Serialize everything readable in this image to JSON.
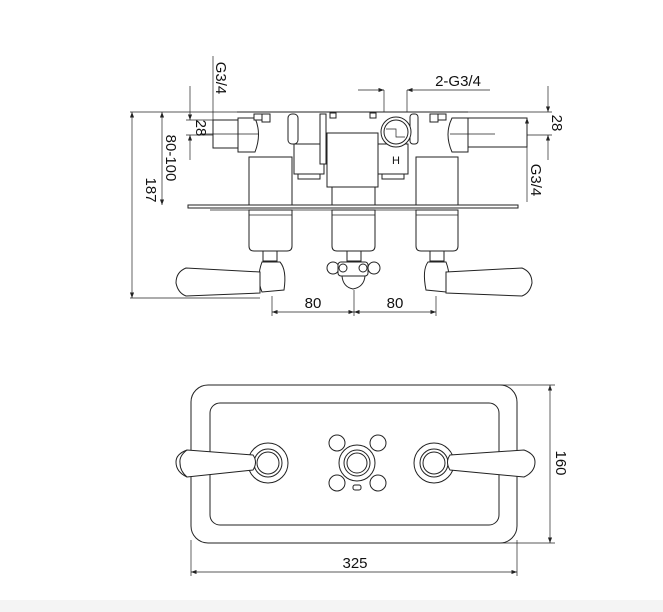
{
  "drawing": {
    "side_view": {
      "left_inlet_thread": "G3/4",
      "left_inlet_offset": "28",
      "depth_range": "80-100",
      "overall_height": "187",
      "outlet_thread": "2-G3/4",
      "hot_marking": "H",
      "right_inlet_offset": "28",
      "right_inlet_thread": "G3/4",
      "spacing_left": "80",
      "spacing_right": "80"
    },
    "front_view": {
      "plate_width": "325",
      "plate_height": "160"
    },
    "colors": {
      "line": "#222222",
      "background": "#ffffff"
    }
  }
}
